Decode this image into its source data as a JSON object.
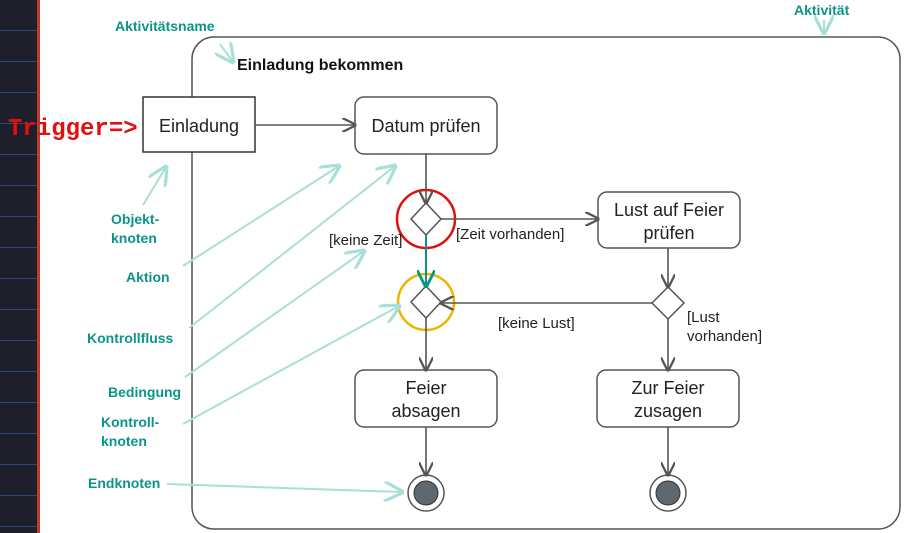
{
  "diagram": {
    "activity_title": "Einladung bekommen",
    "trigger_label": "Trigger=>",
    "object_node": "Einladung",
    "actions": {
      "datum": "Datum prüfen",
      "lust": [
        "Lust auf Feier",
        "prüfen"
      ],
      "absagen": [
        "Feier",
        "absagen"
      ],
      "zusagen": [
        "Zur Feier",
        "zusagen"
      ]
    },
    "guards": {
      "zeit_vorhanden": "[Zeit vorhanden]",
      "keine_zeit": "[keine Zeit]",
      "keine_lust": "[keine Lust]",
      "lust_vorhanden": [
        "[Lust",
        "vorhanden]"
      ]
    },
    "annotations": {
      "aktivitaetsname": "Aktivitätsname",
      "aktivitaet": "Aktivität",
      "objektknoten": [
        "Objekt-",
        "knoten"
      ],
      "aktion": "Aktion",
      "kontrollfluss": "Kontrollfluss",
      "bedingung": "Bedingung",
      "kontrollknoten": [
        "Kontroll-",
        "knoten"
      ],
      "endknoten": "Endknoten"
    },
    "colors": {
      "annotation": "#0d9488",
      "arrow_annotation": "#a7dfd9",
      "highlight_red": "#e01010",
      "highlight_yellow": "#f0b400",
      "flow": "#555555",
      "flow_highlight": "#0d9488"
    }
  }
}
